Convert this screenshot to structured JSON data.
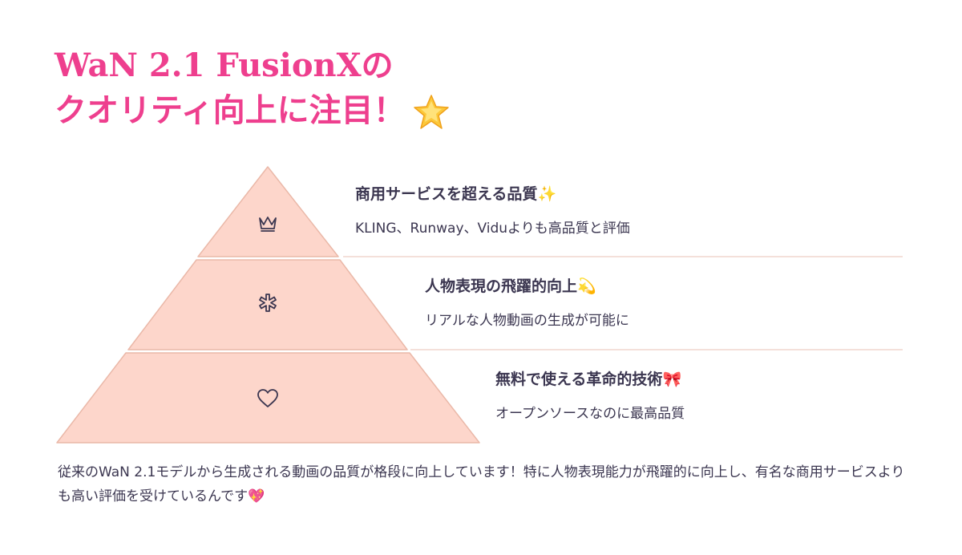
{
  "title": {
    "line1": "WaN 2.1 FusionXの",
    "line2": "クオリティ向上に注目！",
    "emoji": "🌟"
  },
  "tiers": [
    {
      "icon": "crown-icon",
      "title": "商用サービスを超える品質",
      "emoji": "✨",
      "desc": "KLING、Runway、Viduよりも高品質と評価"
    },
    {
      "icon": "asterisk-icon",
      "title": "人物表現の飛躍的向上",
      "emoji": "💫",
      "desc": "リアルな人物動画の生成が可能に"
    },
    {
      "icon": "heart-icon",
      "title": "無料で使える革命的技術",
      "emoji": "🎀",
      "desc": "オープンソースなのに最高品質"
    }
  ],
  "caption": {
    "text": "従来のWaN 2.1モデルから生成される動画の品質が格段に向上しています！特に人物表現能力が飛躍的に向上し、有名な商用サービスよりも高い評価を受けているんです",
    "emoji": "💖"
  },
  "colors": {
    "title": "#ee3f8e",
    "pyramid_fill": "#fdd6cb",
    "pyramid_stroke": "#eab8a8",
    "divider": "#f1d6cd",
    "text": "#3b3650"
  }
}
